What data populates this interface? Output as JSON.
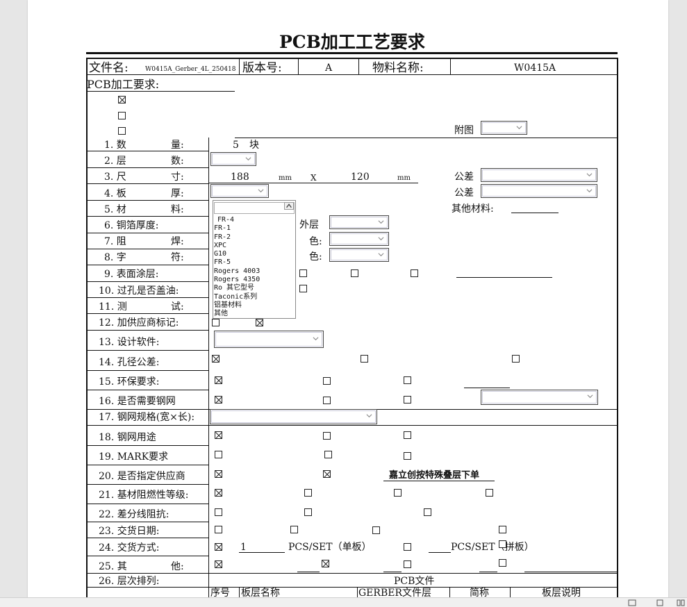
{
  "title": "PCB加工工艺要求",
  "header": {
    "filename_label": "文件名:",
    "filename_value": "W0415A_Gerber_4L_250418",
    "version_label": "版本号:",
    "version_value": "A",
    "material_label": "物料名称:",
    "material_value": "W0415A"
  },
  "req_label": "PCB加工要求:",
  "figure_label": "附图",
  "rows": {
    "r1": "1. 数",
    "r1b": "量:",
    "r2": "2. 层",
    "r2b": "数:",
    "r3": "3. 尺",
    "r3b": "寸:",
    "r4": "4. 板",
    "r4b": "厚:",
    "r5": "5. 材",
    "r5b": "料:",
    "r6": "6. 铜箔厚度:",
    "r7": "7. 阻",
    "r7b": "焊:",
    "r8": "8. 字",
    "r8b": "符:",
    "r9": "9. 表面涂层:",
    "r10": "10. 过孔是否盖油:",
    "r11": "11. 测",
    "r11b": "试:",
    "r12": "12. 加供应商标记:",
    "r13": "13. 设计软件:",
    "r14": "14. 孔径公差:",
    "r15": "15. 环保要求:",
    "r16": "16. 是否需要钢网",
    "r17": "17. 钢网规格(宽×长):",
    "r18": "18. 钢网用途",
    "r19": "19. MARK要求",
    "r20": "20. 是否指定供应商",
    "r21": "21. 基材阻燃性等级:",
    "r22": "22. 差分线阻抗:",
    "r23": "23. 交货日期:",
    "r24": "24. 交货方式:",
    "r25": "25. 其",
    "r25b": "他:",
    "r26": "26. 层次排列:"
  },
  "qty": {
    "value": "5",
    "unit": "块"
  },
  "size": {
    "w": "188",
    "unit1": "mm",
    "x": "X",
    "h": "120",
    "unit2": "mm"
  },
  "tolerance_label": "公差",
  "other_material_label": "其他材料:",
  "outer_label": "外层",
  "color_label": "色:",
  "supplier_note": "嘉立创按特殊叠层下单",
  "delivery": {
    "qty1": "1",
    "pcs_single": "PCS/SET（单板）",
    "pcs_panel": "PCS/SET（拼板）"
  },
  "pcb_file_label": "PCB文件",
  "table_headers": [
    "序号",
    "板层名称",
    "GERBER文件层",
    "简称",
    "板层说明"
  ],
  "material_options": [
    "FR-4",
    "FR-1",
    "FR-2",
    "XPC",
    "G10",
    "FR-5",
    "Rogers 4003",
    "Rogers 4350",
    "Ro 其它型号",
    "Taconic系列",
    "铝基材料",
    "其他"
  ]
}
